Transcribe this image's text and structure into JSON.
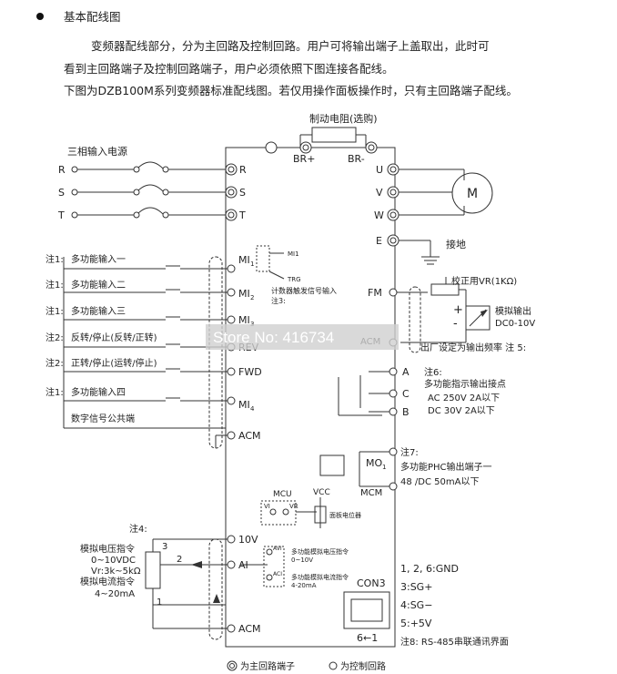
{
  "intro": {
    "heading": "基本配线图",
    "line1": "变频器配线部分，分为主回路及控制回路。用户可将输出端子上盖取出，此时可",
    "line2": "看到主回路端子及控制回路端子，用户必须依照下图连接各配线。",
    "line3": "下图为DZB100M系列变频器标准配线图。若仅用操作面板操作时，只有主回路端子配线。"
  },
  "diagram": {
    "brake_resistor": "制动电阻(选购)",
    "br_plus": "BR+",
    "br_minus": "BR-",
    "three_phase_input": "三相输入电源",
    "inputs": [
      "R",
      "S",
      "T"
    ],
    "terminals_in": [
      "R",
      "S",
      "T"
    ],
    "outputs": [
      "U",
      "V",
      "W",
      "E"
    ],
    "motor": "M",
    "ground": "接地",
    "control_inputs": [
      {
        "note": "注1:",
        "desc": "多功能输入一",
        "term": "MI",
        "sub": "1"
      },
      {
        "note": "注1:",
        "desc": "多功能输入二",
        "term": "MI",
        "sub": "2"
      },
      {
        "note": "注1:",
        "desc": "多功能输入三",
        "term": "MI",
        "sub": "3"
      },
      {
        "note": "注2:",
        "desc": "反转/停止(反转/正转)",
        "term": "REV",
        "sub": ""
      },
      {
        "note": "注2:",
        "desc": "正转/停止(运转/停止)",
        "term": "FWD",
        "sub": ""
      },
      {
        "note": "注1:",
        "desc": "多功能输入四",
        "term": "MI",
        "sub": "4"
      }
    ],
    "digital_common": "数字信号公共端",
    "acm": "ACM",
    "mi1_small": "MI1",
    "trg": "TRG",
    "counter_note": "计数器触发信号输入",
    "note3": "注3:",
    "fm": "FM",
    "vr_label": "校正用VR(1KΩ)",
    "analog_out_label": "模拟输出",
    "analog_out_range": "DC0-10V",
    "plus": "+",
    "minus": "-",
    "factory_note": "出厂设定为输出频率 注 5:",
    "relay_terms": [
      "A",
      "C",
      "B"
    ],
    "note6": "注6:",
    "relay_desc": "多功能指示输出接点",
    "relay_ac": "AC 250V 2A以下",
    "relay_dc": "DC 30V 2A以下",
    "note7": "注7:",
    "phc_desc": "多功能PHC输出端子一",
    "phc_spec": "48 /DC 50mA以下",
    "mo1": "MO",
    "mo1_sub": "1",
    "mcm": "MCM",
    "mcu": "MCU",
    "vcc": "VCC",
    "vi_label": "VI",
    "vr_small": "VR",
    "panel_pot": "面板电位器",
    "note4": "注4:",
    "v10": "10V",
    "ai": "AI",
    "analog_v_label": "模拟电压指令",
    "analog_v_range": "0~10VDC",
    "vr_range": "Vr:3k~5kΩ",
    "analog_i_label": "模拟电流指令",
    "analog_i_range": "4~20mA",
    "pot_pins": [
      "3",
      "2",
      "1"
    ],
    "av1": "AVI",
    "aci": "ACI",
    "av_desc": "多功能模拟电压指令",
    "av_range": "0~10V",
    "ac_desc": "多功能模拟电流指令",
    "ac_range": "4-20mA",
    "con3": "CON3",
    "rj_pins": "6←1",
    "pin_lines": [
      "1, 2, 6:GND",
      "3:SG+",
      "4:SG−",
      "5:+5V"
    ],
    "note8": "注8: RS-485串联通讯界面",
    "legend_main": "为主回路端子",
    "legend_ctrl": "为控制回路",
    "watermark": "Store No: 416734"
  }
}
